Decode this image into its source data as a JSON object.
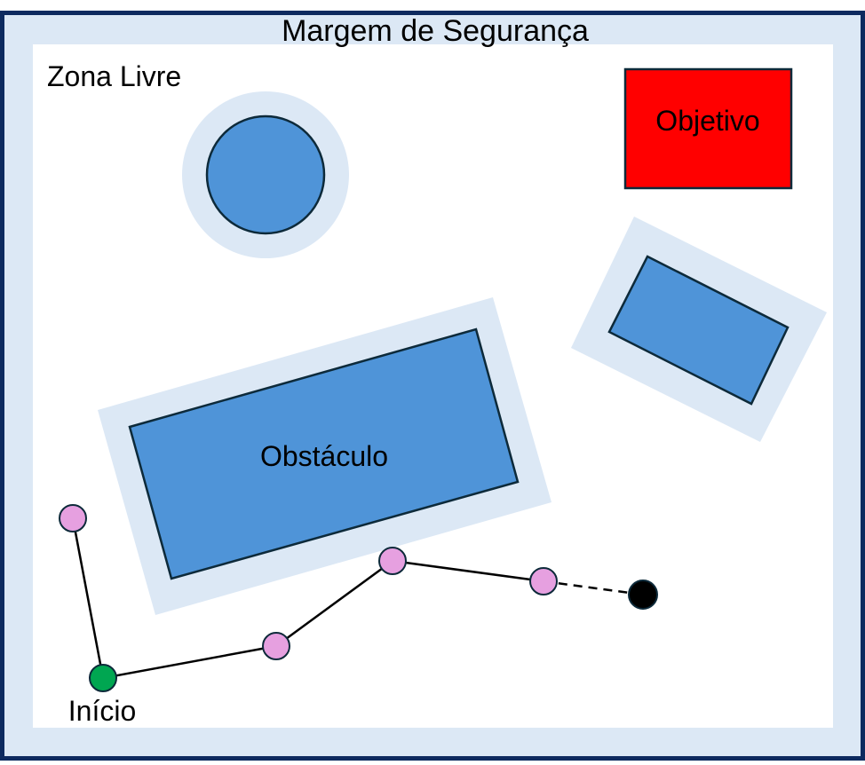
{
  "labels": {
    "safety_margin": "Margem de Segurança",
    "free_zone": "Zona Livre",
    "goal": "Objetivo",
    "obstacle": "Obstáculo",
    "start": "Início"
  },
  "colors": {
    "border": "#0d2a5f",
    "margin_fill": "#dce8f5",
    "free_fill": "#ffffff",
    "obstacle_fill": "#4f94d8",
    "obstacle_stroke": "#0d2a3a",
    "goal_fill": "#ff0000",
    "start_node": "#00a651",
    "tree_node": "#e6a0e0",
    "sample_node": "#000000",
    "edge": "#000000"
  }
}
